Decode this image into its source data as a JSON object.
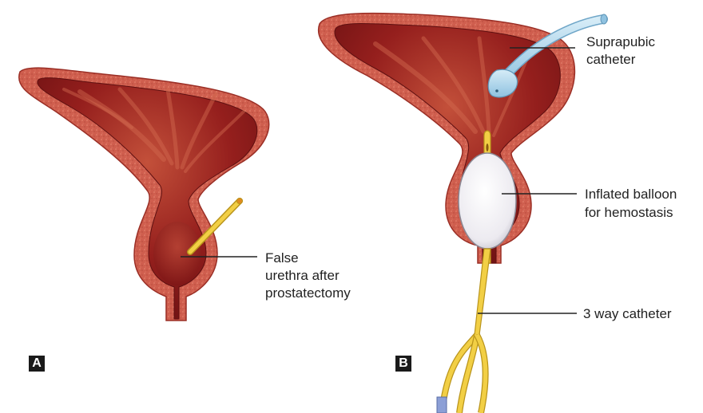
{
  "panels": {
    "a": {
      "letter": "A",
      "label_lines": [
        "False",
        "urethra after",
        "prostatectomy"
      ]
    },
    "b": {
      "letter": "B",
      "suprapubic_lines": [
        "Suprapubic",
        "catheter"
      ],
      "balloon_lines": [
        "Inflated balloon",
        "for hemostasis"
      ],
      "catheter_label": "3 way catheter"
    }
  },
  "colors": {
    "tissue": "#cf5e4e",
    "tissue_dark": "#9a2e25",
    "lumen": "#8b1f1b",
    "lumen_light": "#c14a36",
    "catheter_yellow": "#f2cf45",
    "catheter_outline": "#b9941b",
    "suprapubic_blue": "#a9d2ea",
    "balloon": "#f1f1f3",
    "leader": "#222222"
  }
}
